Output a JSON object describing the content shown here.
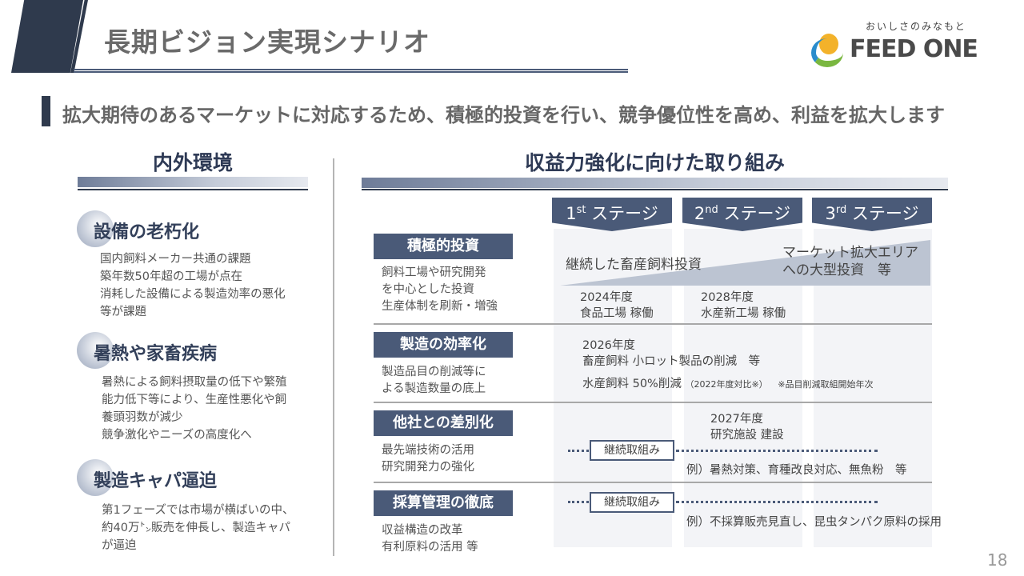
{
  "header": {
    "title": "長期ビジョン実現シナリオ",
    "logo_tagline": "おいしさのみなもと",
    "logo_name": "FEED ONE"
  },
  "subtitle": "拡大期待のあるマーケットに対応するため、積極的投資を行い、競争優位性を高め、利益を拡大します",
  "left": {
    "heading": "内外環境",
    "items": [
      {
        "title": "設備の老朽化",
        "lines": [
          "国内飼料メーカー共通の課題",
          "築年数50年超の工場が点在",
          "消耗した設備による製造効率の悪化",
          "等が課題"
        ]
      },
      {
        "title": "暑熱や家畜疾病",
        "lines": [
          "暑熱による飼料摂取量の低下や繁殖",
          "能力低下等により、生産性悪化や飼",
          "養頭羽数が減少",
          "競争激化やニーズの高度化へ"
        ]
      },
      {
        "title": "製造キャパ逼迫",
        "lines": [
          "第1フェーズでは市場が横ばいの中、",
          "約40万㌧販売を伸長し、製造キャパ",
          "が逼迫"
        ]
      }
    ]
  },
  "right": {
    "heading": "収益力強化に向けた取り組み",
    "stages": [
      {
        "num": "1",
        "sup": "st",
        "label": "ステージ"
      },
      {
        "num": "2",
        "sup": "nd",
        "label": "ステージ"
      },
      {
        "num": "3",
        "sup": "rd",
        "label": "ステージ"
      }
    ],
    "categories": [
      {
        "title": "積極的投資",
        "lines": [
          "飼料工場や研究開発",
          "を中心とした投資",
          "生産体制を刷新・増強"
        ]
      },
      {
        "title": "製造の効率化",
        "lines": [
          "製造品目の削減等に",
          "よる製造数量の底上"
        ]
      },
      {
        "title": "他社との差別化",
        "lines": [
          "最先端技術の活用",
          "研究開発力の強化"
        ]
      },
      {
        "title": "採算管理の徹底",
        "lines": [
          "収益構造の改革",
          "有利原料の活用 等"
        ]
      }
    ],
    "invest": {
      "wedge_left": "継続した畜産飼料投資",
      "wedge_right": [
        "マーケット拡大エリア",
        "への大型投資　等"
      ],
      "m1": [
        "2024年度",
        "食品工場 稼働"
      ],
      "m2": [
        "2028年度",
        "水産新工場 稼働"
      ]
    },
    "efficiency": {
      "year": "2026年度",
      "line1": "畜産飼料 小ロット製品の削減　等",
      "line2": "水産飼料 50%削減",
      "line2_note": "（2022年度対比※）",
      "footnote": "※品目削減取組開始年次"
    },
    "differentiation": {
      "m": [
        "2027年度",
        "研究施設 建設"
      ],
      "continue": "継続取組み",
      "example": "例）暑熱対策、育種改良対応、無魚粉　等"
    },
    "profit": {
      "continue": "継続取組み",
      "example": "例）不採算販売見直し、昆虫タンパク原料の採用"
    }
  },
  "page_number": "18"
}
